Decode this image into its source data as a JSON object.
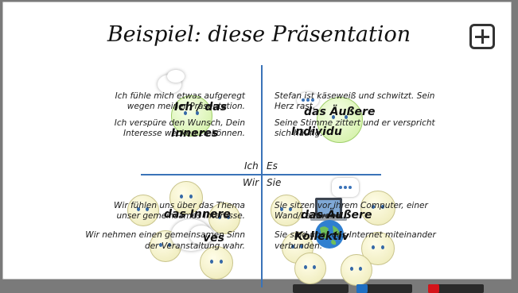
{
  "title": "Beispiel: diese Präsentation",
  "toolbar": {
    "add_icon": "plus-square-icon"
  },
  "axis": {
    "ich": "Ich",
    "es": "Es",
    "wir": "Wir",
    "sie": "Sie",
    "color": "#3a73b8"
  },
  "quadrants": {
    "top_left": {
      "label_1": "Ich / das",
      "label_2": "Inneres",
      "lines": [
        "Ich fühle mich etwas aufgeregt",
        "wegen meiner Präsentation.",
        "Ich verspüre den Wunsch, Dein",
        "Interesse wecken zu können."
      ]
    },
    "top_right": {
      "label_1": "das Äußere",
      "label_2": "Individu",
      "lines": [
        "Stefan ist käseweiß und schwitzt. Sein",
        "Herz rast.",
        "Seine Stimme zittert und er verspricht",
        "sich häufig."
      ]
    },
    "bottom_left": {
      "label_1": "das Innere",
      "label_2": "ves",
      "lines": [
        "Wir fühlen uns über das Thema",
        "unser gemeinsames Interesse.",
        "Wir nehmen einen gemeinsamen Sinn",
        "der Veranstaltung wahr."
      ]
    },
    "bottom_right": {
      "label_1": "das Äußere",
      "label_2": "Kollektiv",
      "lines": [
        "Sie sitzen vor ihrem Computer, einer",
        "Wand/Leinwand.",
        "Sie sind über das Internet miteinander",
        "verbunden."
      ]
    }
  },
  "colors": {
    "face_yellow": "#f2efc4",
    "face_green": "#d8f3b0",
    "pen_black": "#222222",
    "pen_blue": "#1f6fc2",
    "pen_red": "#d4141a"
  }
}
